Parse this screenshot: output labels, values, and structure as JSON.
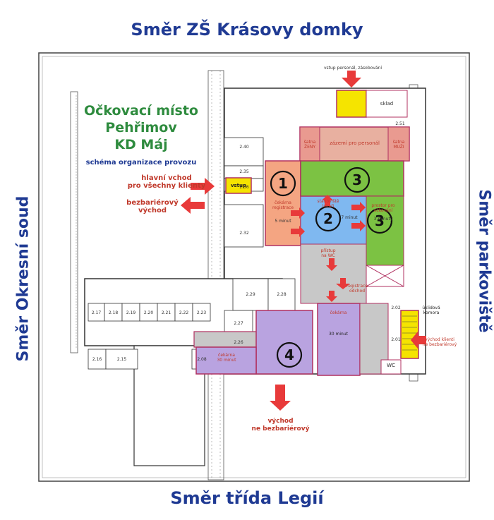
{
  "directions": {
    "top": "Směr ZŠ Krásovy domky",
    "bottom": "Směr třída Legií",
    "left": "Směr Okresní soud",
    "right": "Směr parkoviště"
  },
  "title": {
    "line1": "Očkovací místo",
    "line2": "Pehřimov",
    "line3": "KD Máj",
    "subtitle": "schéma organizace provozu"
  },
  "labels": {
    "main_entrance_1": "hlavní vchod",
    "main_entrance_2": "pro všechny klienty",
    "barrierfree_exit_1": "bezbariérový",
    "barrierfree_exit_2": "východ",
    "vstup": "vstup",
    "staff_entry": "vstup personál, zásobování",
    "sklad": "sklad",
    "zazemi": "zázemí pro personál",
    "satna_left": "šatna ŽENY",
    "satna_right": "šatna MUŽI",
    "cekarna_reg_1": "čekárna",
    "cekarna_reg_2": "registrace",
    "five_min": "5 minut",
    "stanoviste_1": "stanoviště",
    "stanoviste_2": "lékaři",
    "seven_min": "7 minut",
    "prostor_1": "prostor pro",
    "prostor_2": "očkování",
    "three_min": "3 minuty",
    "pristup_1": "přístup",
    "pristup_2": "na WC",
    "registrace_1": "registrace",
    "registrace_2": "odchod",
    "cekarna_30_1": "čekárna",
    "cekarna_30_2": "30 minut",
    "cekarna_b": "čekárna",
    "thirty_min": "30 minut",
    "uklidova_1": "úklidová",
    "uklidova_2": "komora",
    "vychod_klienti_1": "východ klienti",
    "vychod_klienti_2": "ne bezbariérový",
    "vychod_bottom_1": "východ",
    "vychod_bottom_2": "ne bezbariérový",
    "wc": "WC"
  },
  "steps": {
    "s1": "1",
    "s2": "2",
    "s3a": "3",
    "s3b": "3",
    "s4": "4"
  },
  "room_numbers": {
    "r240": "2.40",
    "r235": "2.35",
    "r236": "2.36",
    "r232": "2.32",
    "r229": "2.29",
    "r228": "2.28",
    "r227": "2.27",
    "r226": "2.26",
    "r217": "2.17",
    "r218": "2.18",
    "r219": "2.19",
    "r220": "2.20",
    "r221": "2.21",
    "r222": "2.22",
    "r223": "2.23",
    "r216": "2.16",
    "r215": "2.15",
    "r208": "2.08",
    "r201": "2.01",
    "r202": "2.02",
    "r251": "2.51"
  },
  "colors": {
    "direction_text": "#1f3a93",
    "title_green": "#2e8b3e",
    "label_red": "#c0392b",
    "route_outline": "#b03060",
    "zone_orange": "#f4a582",
    "zone_blue": "#7fb8f0",
    "zone_green": "#7cc243",
    "zone_yellow": "#f5e400",
    "zone_salmon": "#e8b0a0",
    "zone_purple": "#b9a3e0",
    "zone_gray": "#c8c8c8"
  }
}
